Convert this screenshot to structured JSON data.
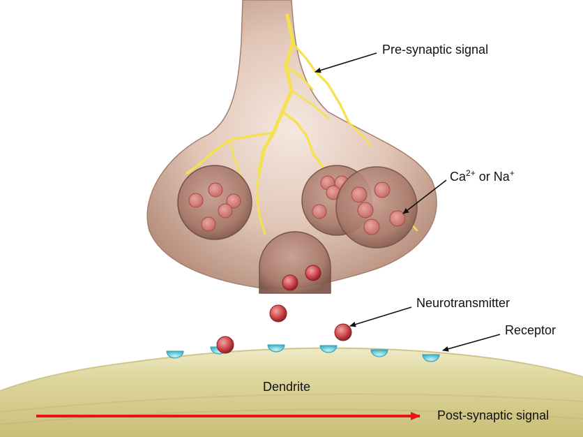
{
  "labels": {
    "presynaptic": "Pre-synaptic signal",
    "ion": {
      "ca": "Ca",
      "ca_charge": "2+",
      "connector": " or ",
      "na": "Na",
      "na_charge": "+"
    },
    "neurotransmitter": "Neurotransmitter",
    "receptor": "Receptor",
    "dendrite": "Dendrite",
    "postsynaptic": "Post-synaptic signal"
  },
  "colors": {
    "terminal_fill": "#d8b8a6",
    "terminal_edge": "#9c7565",
    "signal_yellow": "#f6e24a",
    "vesicle_fill": "#b68a7b",
    "vesicle_edge": "#6e4b42",
    "molecule_red": "#c9454a",
    "receptor_cyan": "#5ac6d6",
    "dendrite_fill": "#ddd79f",
    "arrow_red": "#e8141b",
    "pointer": "#111111"
  }
}
